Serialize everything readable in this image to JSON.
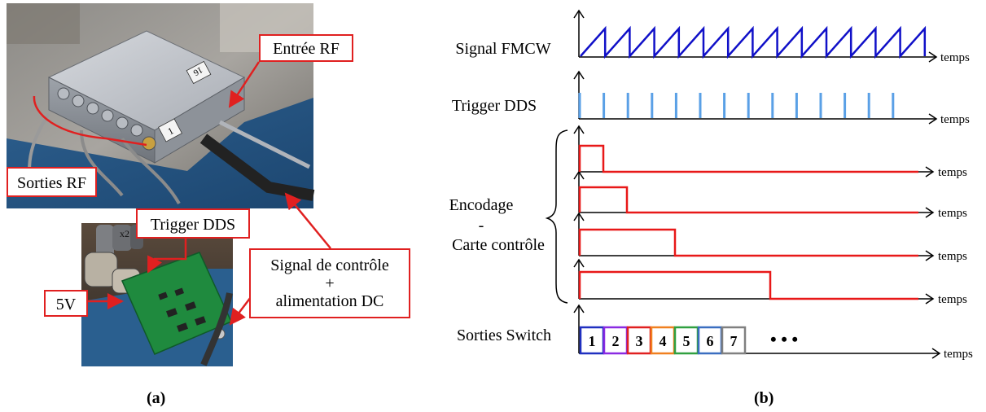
{
  "panel_a": {
    "label": "(a)",
    "callouts": {
      "entree_rf": "Entrée RF",
      "sorties_rf": "Sorties RF",
      "trigger_dds": "Trigger DDS",
      "five_v": "5V",
      "signal_controle_line1": "Signal de contrôle",
      "signal_controle_line2": "+",
      "signal_controle_line3": "alimentation DC"
    },
    "photo_labels": {
      "box_label_1": "1",
      "box_label_16": "16",
      "cable_tag": "x2"
    },
    "colors": {
      "callout_border": "#e02020",
      "arrow": "#e02020"
    }
  },
  "panel_b": {
    "label": "(b)",
    "axis_unit": "temps",
    "rows": {
      "fmcw": "Signal FMCW",
      "trigger": "Trigger DDS",
      "encodage_line1": "Encodage",
      "encodage_line2": "-",
      "encodage_line3": "Carte contrôle",
      "sorties": "Sorties Switch"
    },
    "switch_outputs": [
      "1",
      "2",
      "3",
      "4",
      "5",
      "6",
      "7"
    ],
    "ellipsis": "• • •",
    "colors": {
      "fmcw": "#1010c8",
      "trigger": "#5aa0e6",
      "encodage": "#e81818",
      "switch_boxes": [
        "#2030c0",
        "#8a2be2",
        "#e02020",
        "#f08020",
        "#30a040",
        "#3a6ec0",
        "#808080"
      ]
    }
  }
}
